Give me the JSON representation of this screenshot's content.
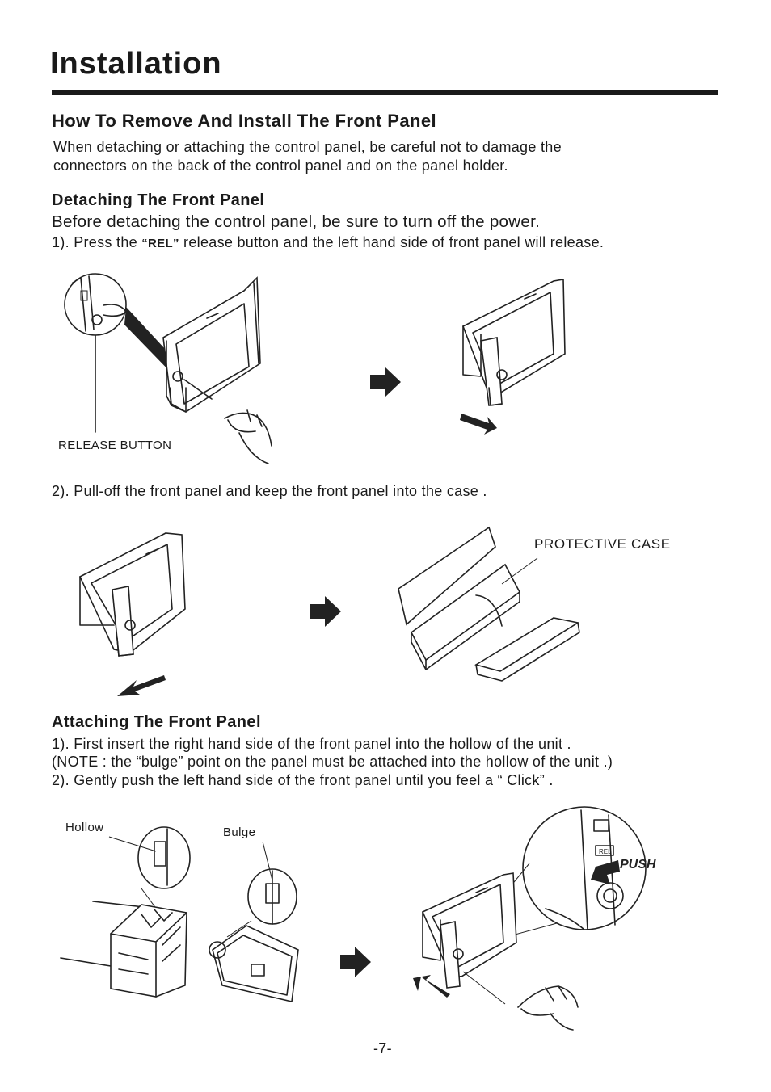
{
  "header": {
    "title": "Installation"
  },
  "section": {
    "heading": "How To Remove And Install The Front Panel",
    "intro_1": "When detaching or attaching the control panel, be careful not to damage the",
    "intro_2": "connectors on the back of the control panel and on the panel holder."
  },
  "detaching": {
    "heading": "Detaching The Front Panel",
    "lead": "Before detaching the control panel, be sure to turn off the power.",
    "step1_prefix": "1). Press the ",
    "step1_rel": "“REL”",
    "step1_suffix": " release button and the left hand side of front panel will release.",
    "release_label": "RELEASE BUTTON",
    "step2": "2). Pull-off the front panel  and keep the front panel into the case .",
    "case_label": "PROTECTIVE CASE"
  },
  "attaching": {
    "heading": "Attaching The Front Panel",
    "step1": "1). First insert the right hand side of the front panel into the hollow of the unit .",
    "note": "(NOTE : the “bulge” point on the panel must be attached into the hollow of the unit .)",
    "step2": "2). Gently push the left hand side of the front panel until you feel a  “ Click” .",
    "hollow_label": "Hollow",
    "bulge_label": "Bulge",
    "push_label": "PUSH",
    "rel_key_label": "REL"
  },
  "footer": {
    "page_number": "-7-"
  }
}
